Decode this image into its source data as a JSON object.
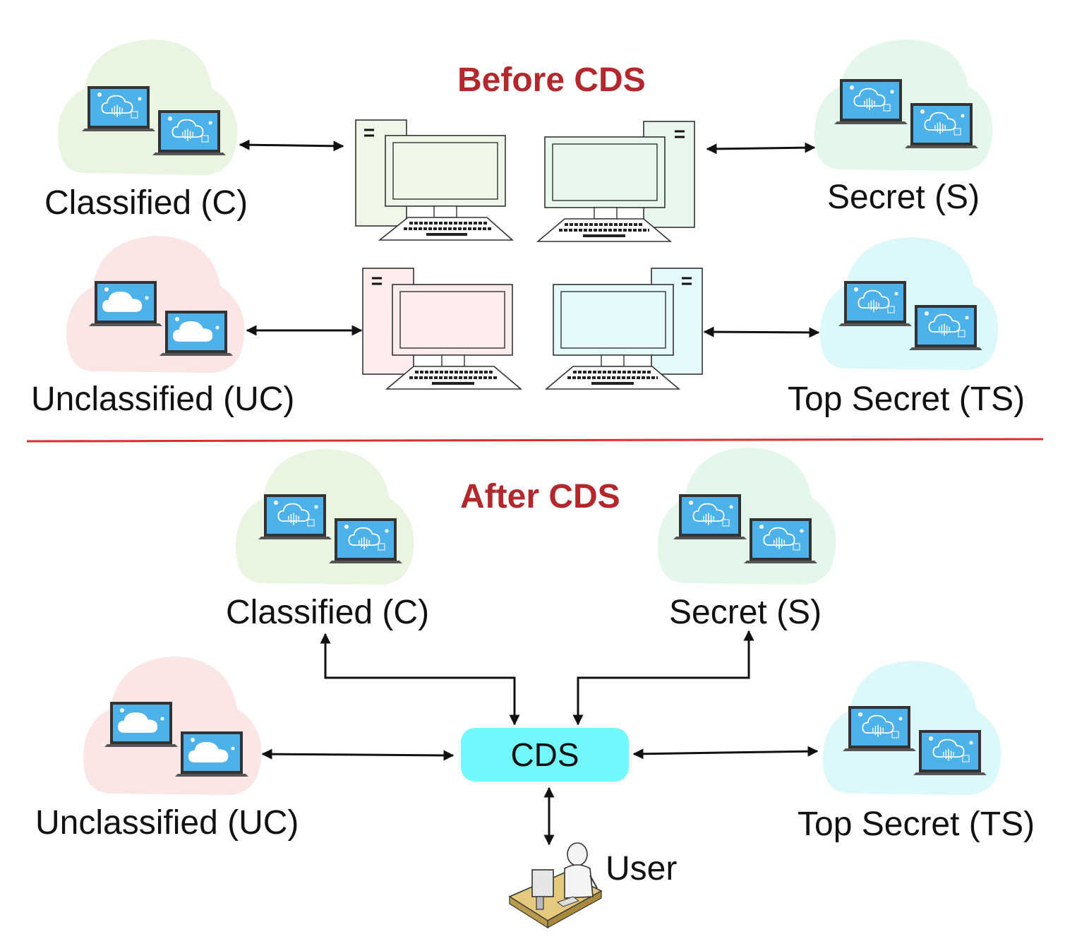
{
  "before": {
    "title": "Before CDS",
    "domains": [
      {
        "key": "c-before",
        "label": "Classified (C)",
        "cloud_color": "#e9f5e1",
        "pc_color": "#eef7e8",
        "icon": "cloud-wave"
      },
      {
        "key": "s-before",
        "label": "Secret (S)",
        "cloud_color": "#e3f8ea",
        "pc_color": "#e9f8ef",
        "icon": "cloud-wave"
      },
      {
        "key": "uc-before",
        "label": "Unclassified (UC)",
        "cloud_color": "#fbe6e6",
        "pc_color": "#fcecec",
        "icon": "cloud"
      },
      {
        "key": "ts-before",
        "label": "Top Secret (TS)",
        "cloud_color": "#dcf8fa",
        "pc_color": "#e4fafb",
        "icon": "cloud-wave"
      }
    ]
  },
  "after": {
    "title": "After CDS",
    "domains": [
      {
        "key": "c-after",
        "label": "Classified (C)",
        "cloud_color": "#e9f5e1",
        "icon": "cloud-wave"
      },
      {
        "key": "s-after",
        "label": "Secret (S)",
        "cloud_color": "#e3f8ea",
        "icon": "cloud-wave"
      },
      {
        "key": "uc-after",
        "label": "Unclassified (UC)",
        "cloud_color": "#fbe6e6",
        "icon": "cloud"
      },
      {
        "key": "ts-after",
        "label": "Top Secret (TS)",
        "cloud_color": "#dcf8fa",
        "icon": "cloud-wave"
      }
    ],
    "cds_label": "CDS",
    "user_label": "User"
  },
  "colors": {
    "title": "#b3282d",
    "divider": "#d9302b",
    "cds_box": "#72f7fd",
    "laptop_screen": "#4db2ea",
    "arrow": "#111111"
  }
}
